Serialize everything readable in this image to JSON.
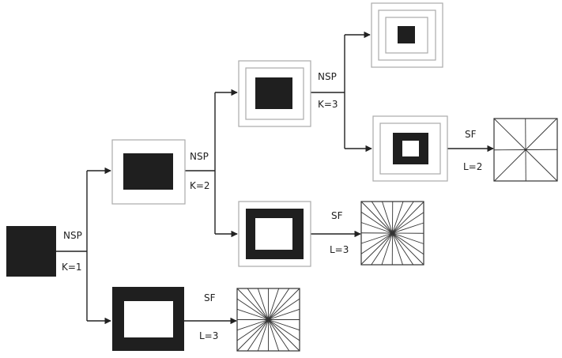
{
  "colors": {
    "ink": "#222222",
    "fill": "#1f1f1f",
    "frame": "#aaaaaa",
    "line": "#333333"
  },
  "labels": {
    "nsp": "NSP",
    "sf": "SF",
    "k1": "K=1",
    "k2": "K=2",
    "k3": "K=3",
    "l2": "L=2",
    "l3": "L=3"
  }
}
